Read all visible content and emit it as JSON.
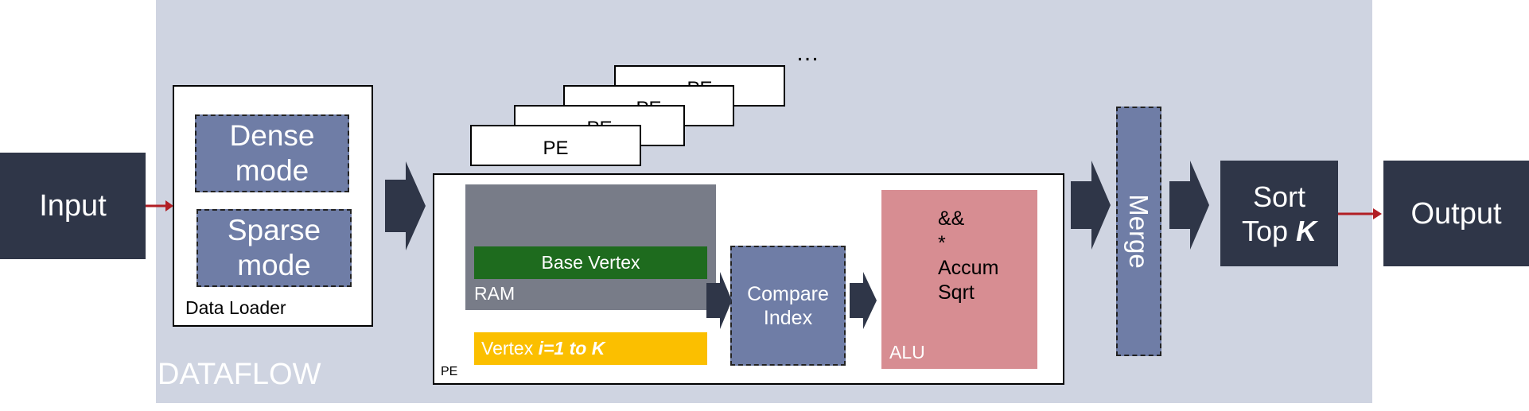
{
  "dataflow_label": "DATAFLOW",
  "input_label": "Input",
  "output_label": "Output",
  "data_loader": {
    "title": "Data Loader",
    "modes": [
      {
        "line1": "Dense",
        "line2": "mode"
      },
      {
        "line1": "Sparse",
        "line2": "mode"
      }
    ]
  },
  "pe_stack_labels": [
    "PE",
    "PE",
    "PE",
    "PE"
  ],
  "pe_ellipsis": "…",
  "pe_main_label": "PE",
  "ram": {
    "label": "RAM",
    "base_vertex": "Base Vertex"
  },
  "vertex_bar": {
    "prefix": "Vertex ",
    "range": "i=1 to K"
  },
  "compare_index": {
    "line1": "Compare",
    "line2": "Index"
  },
  "alu": {
    "label": "ALU",
    "ops": [
      "&&",
      "*",
      "Accum",
      "Sqrt"
    ]
  },
  "merge_label": "Merge",
  "sort": {
    "line1": "Sort",
    "line2_prefix": "Top ",
    "line2_k": "K"
  },
  "colors": {
    "dataflow_bg": "#cfd4e1",
    "dark_box": "#2f3648",
    "mode_blue": "#6f7da6",
    "ram_gray": "#787c88",
    "base_vertex_green": "#1e6b1e",
    "vertex_yellow": "#fbbf00",
    "alu_pink": "#d78d92",
    "red_arrow": "#b11e24"
  }
}
